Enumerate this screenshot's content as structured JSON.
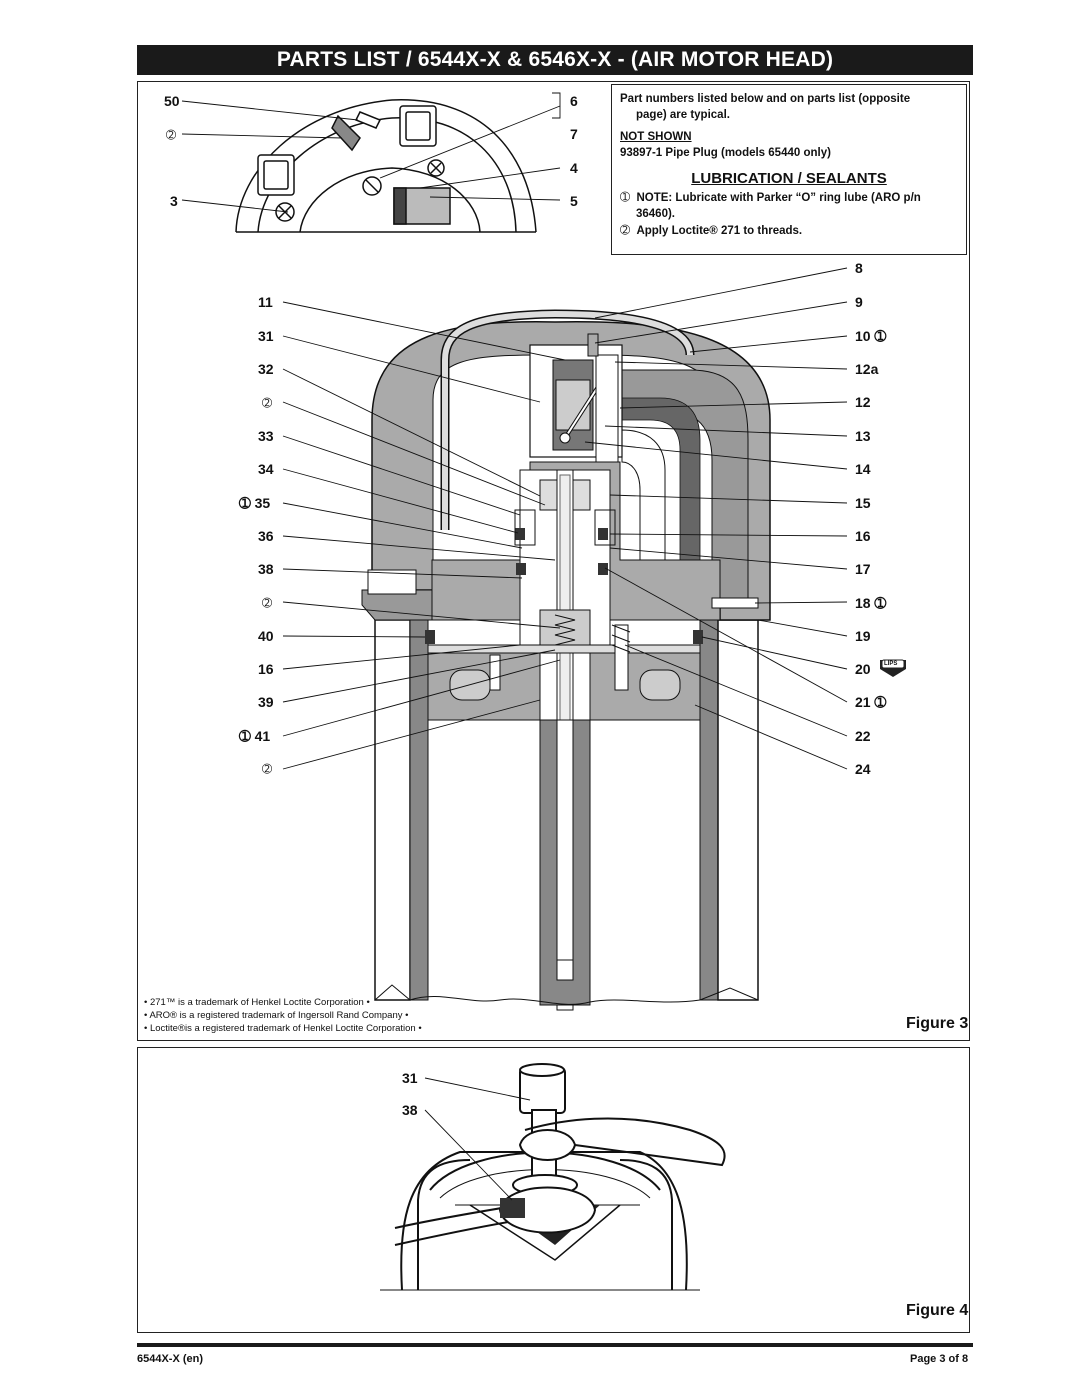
{
  "header": {
    "title": "PARTS LIST / 6544X-X & 6546X-X - (AIR MOTOR HEAD)"
  },
  "notes": {
    "typical_line1": "Part numbers listed below and on parts list (opposite",
    "typical_line2": "page) are typical.",
    "not_shown_heading": "NOT SHOWN",
    "not_shown_item": "93897-1 Pipe Plug (models 65440 only)",
    "lubrication_heading": "LUBRICATION / SEALANTS",
    "note1_symbol": "➀",
    "note1_line1": "NOTE: Lubricate with Parker “O” ring lube (ARO p/n",
    "note1_line2": "36460).",
    "note2_symbol": "➁",
    "note2_text": "Apply Loctite® 271 to threads."
  },
  "figure3": {
    "caption": "Figure 3",
    "top_left_labels": [
      "50",
      "➁",
      "3"
    ],
    "top_right_labels": [
      "6",
      "7",
      "4",
      "5"
    ],
    "left_labels": [
      "11",
      "31",
      "32",
      "➁",
      "33",
      "34",
      "➀ 35",
      "36",
      "38",
      "➁",
      "40",
      "16",
      "39",
      "➀ 41",
      "➁"
    ],
    "right_labels": [
      "8",
      "9",
      "10 ➀",
      "12a",
      "12",
      "13",
      "14",
      "15",
      "16",
      "17",
      "18 ➀",
      "19",
      "20",
      "21 ➀",
      "22",
      "24"
    ],
    "lips_badge": "LIPS"
  },
  "trademarks": [
    "• 271™ is a trademark of Henkel Loctite Corporation •",
    "• ARO® is a registered trademark of Ingersoll Rand Company •",
    "• Loctite®is a registered trademark of Henkel Loctite Corporation •"
  ],
  "figure4": {
    "caption": "Figure 4",
    "labels": [
      "31",
      "38"
    ]
  },
  "footer": {
    "doc_id": "6544X-X (en)",
    "page": "Page 3 of 8"
  }
}
